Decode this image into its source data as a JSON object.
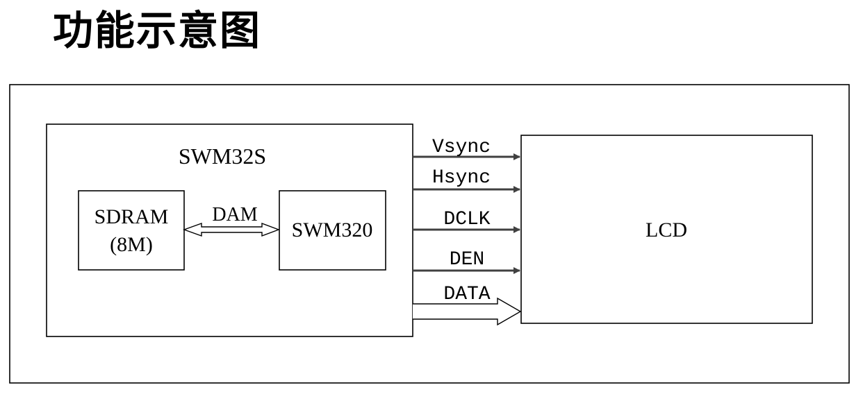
{
  "title": "功能示意图",
  "blocks": {
    "chip": "SWM32S",
    "sdram_line1": "SDRAM",
    "sdram_line2": "(8M)",
    "core": "SWM320",
    "lcd": "LCD"
  },
  "links": {
    "internal": "DAM",
    "signals": [
      "Vsync",
      "Hsync",
      "DCLK",
      "DEN",
      "DATA"
    ]
  },
  "colors": {
    "stroke": "#000000",
    "arrow": "#404040",
    "background": "#ffffff"
  }
}
